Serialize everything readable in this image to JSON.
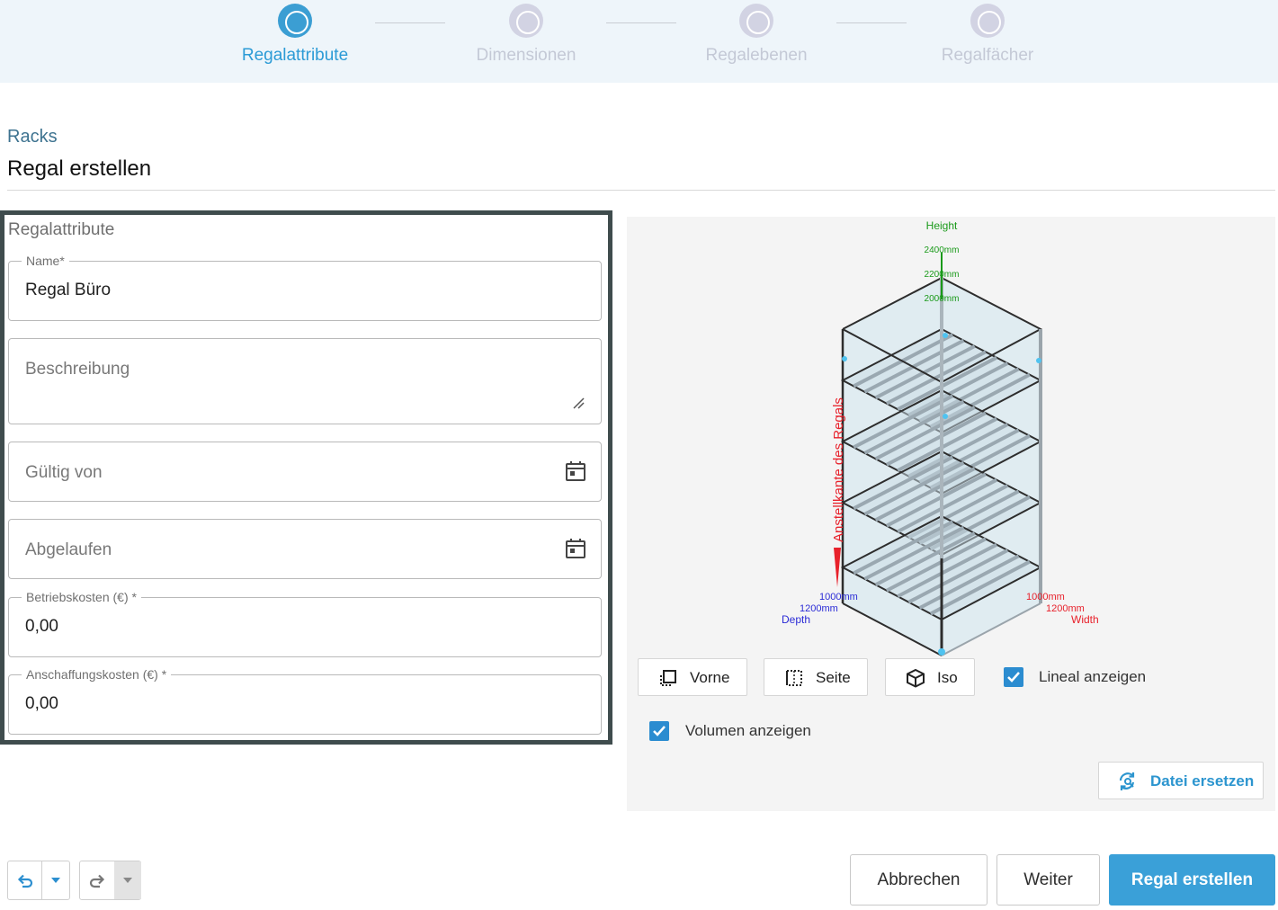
{
  "stepper": {
    "steps": [
      {
        "label": "Regalattribute",
        "state": "active"
      },
      {
        "label": "Dimensionen",
        "state": "inactive"
      },
      {
        "label": "Regalebenen",
        "state": "inactive"
      },
      {
        "label": "Regalfächer",
        "state": "inactive"
      }
    ]
  },
  "header": {
    "breadcrumb": "Racks",
    "title": "Regal erstellen"
  },
  "form": {
    "section_title": "Regalattribute",
    "name": {
      "label": "Name*",
      "value": "Regal Büro"
    },
    "beschreibung": {
      "placeholder": "Beschreibung"
    },
    "gueltig_von": {
      "placeholder": "Gültig von",
      "icon": "calendar-icon"
    },
    "abgelaufen": {
      "placeholder": "Abgelaufen",
      "icon": "calendar-icon"
    },
    "betriebskosten": {
      "label": "Betriebskosten (€) *",
      "value": "0,00"
    },
    "anschaffungskosten": {
      "label": "Anschaffungskosten (€) *",
      "value": "0,00"
    }
  },
  "preview": {
    "height_label": "Height",
    "height_marks": [
      "2400mm",
      "2200mm",
      "2000mm"
    ],
    "edge_label": "Anstellkante des Regals",
    "depth_marks": [
      "1000mm",
      "1200mm"
    ],
    "depth_label": "Depth",
    "width_marks": [
      "1000mm",
      "1200mm"
    ],
    "width_label": "Width",
    "view_buttons": {
      "front": {
        "label": "Vorne",
        "icon": "front-view-icon"
      },
      "side": {
        "label": "Seite",
        "icon": "side-view-icon"
      },
      "iso": {
        "label": "Iso",
        "icon": "cube-icon"
      }
    },
    "show_ruler": {
      "label": "Lineal anzeigen",
      "checked": true
    },
    "show_volume": {
      "label": "Volumen anzeigen",
      "checked": true
    },
    "replace_file": {
      "label": "Datei ersetzen",
      "icon": "replace-icon"
    },
    "colors": {
      "height": "#1a9a1a",
      "depth": "#2b2bd6",
      "width": "#e8212b",
      "edge": "#e8212b"
    }
  },
  "footer": {
    "undo_icon": "undo-icon",
    "redo_icon": "redo-icon",
    "cancel_label": "Abbrechen",
    "next_label": "Weiter",
    "create_label": "Regal erstellen"
  },
  "colors": {
    "accent": "#3aa0d8",
    "panel_border": "#3f4c4d"
  }
}
